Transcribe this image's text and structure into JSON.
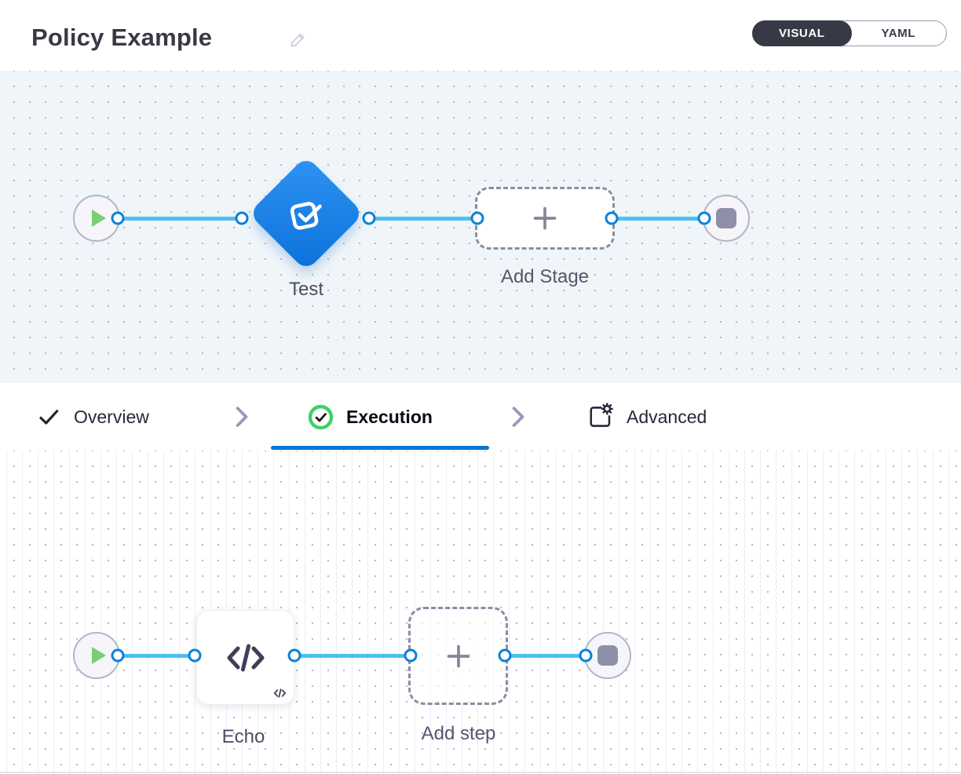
{
  "header": {
    "title": "Policy Example",
    "edit_icon": "pencil-icon",
    "view_toggle": {
      "options": [
        {
          "label": "VISUAL",
          "selected": true
        },
        {
          "label": "YAML",
          "selected": false
        }
      ]
    }
  },
  "pipeline_canvas": {
    "start_icon": "play-icon",
    "end_icon": "stop-icon",
    "stages": [
      {
        "name": "Test",
        "icon": "custom-stage-check-icon",
        "shape": "diamond"
      },
      {
        "name": "Add Stage",
        "icon": "plus-icon",
        "shape": "dashed-button"
      }
    ]
  },
  "tabs": [
    {
      "label": "Overview",
      "icon": "check-icon",
      "active": false
    },
    {
      "label": "Execution",
      "icon": "check-circle-icon",
      "active": true
    },
    {
      "label": "Advanced",
      "icon": "advanced-settings-icon",
      "active": false
    }
  ],
  "execution_canvas": {
    "start_icon": "play-icon",
    "end_icon": "stop-icon",
    "steps": [
      {
        "name": "Echo",
        "icon": "code-icon",
        "shape": "card"
      },
      {
        "name": "Add step",
        "icon": "plus-icon",
        "shape": "dashed-button"
      }
    ]
  },
  "colors": {
    "accent_blue": "#0278d5",
    "connector_blue": "#4cc0f2",
    "stage_gradient_start": "#2f93f3",
    "stage_gradient_end": "#0b72da",
    "success_green": "#3ed164",
    "play_green": "#79ce77",
    "toggle_dark": "#383946",
    "canvas_top_bg": "#f0f5f9",
    "dot_grid": "#b6b9c5"
  }
}
